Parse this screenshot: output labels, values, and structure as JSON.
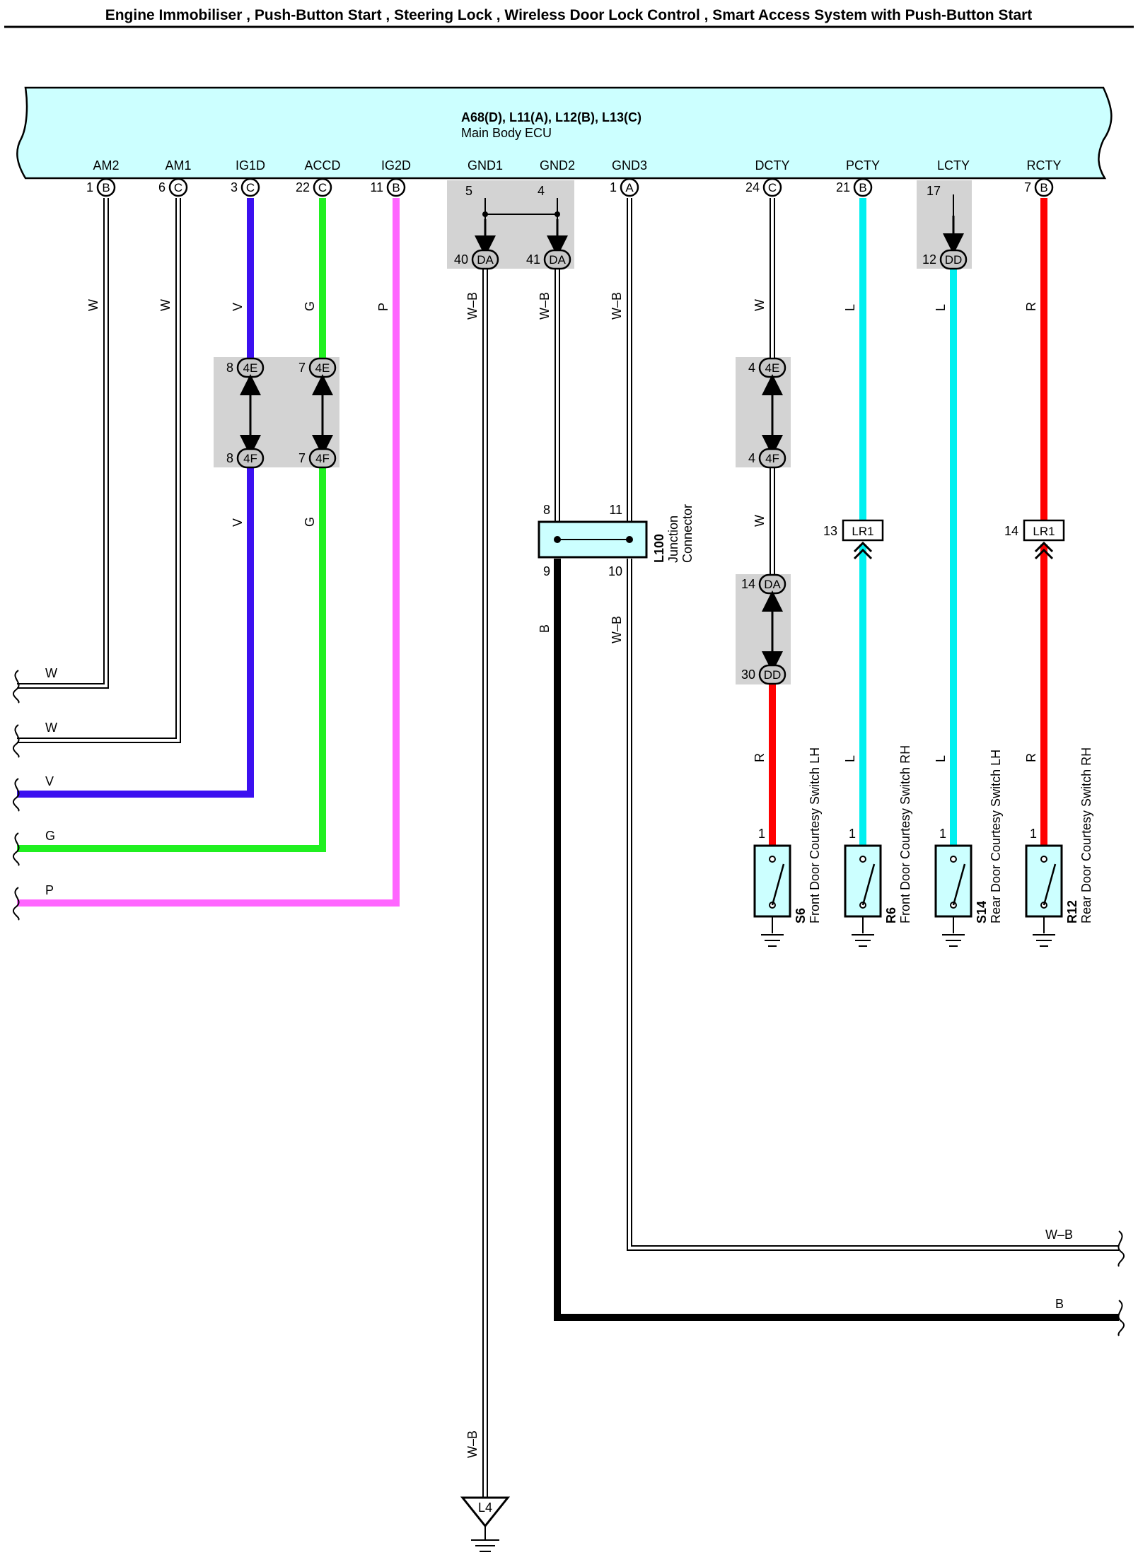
{
  "title": "Engine Immobiliser , Push-Button Start , Steering Lock , Wireless Door Lock Control , Smart Access System with Push-Button Start",
  "colors": {
    "ecu_fill": "#ccffff",
    "shade": "#d3d3d3",
    "W": "#ffffff",
    "V": "#3b0ff0",
    "G": "#20f020",
    "P": "#ff66ff",
    "L": "#00f0f0",
    "R": "#ff0000",
    "B": "#000000",
    "W-B": "#ffffff",
    "jc_fill": "#ccffff"
  },
  "ecu": {
    "codes": "A68(D), L11(A), L12(B), L13(C)",
    "name": "Main Body ECU",
    "pins": [
      {
        "label": "AM2",
        "num": "1",
        "conn": "B"
      },
      {
        "label": "AM1",
        "num": "6",
        "conn": "C"
      },
      {
        "label": "IG1D",
        "num": "3",
        "conn": "C"
      },
      {
        "label": "ACCD",
        "num": "22",
        "conn": "C"
      },
      {
        "label": "IG2D",
        "num": "11",
        "conn": "B"
      },
      {
        "label": "GND1",
        "num": "5",
        "conn": ""
      },
      {
        "label": "GND2",
        "num": "4",
        "conn": ""
      },
      {
        "label": "GND3",
        "num": "1",
        "conn": "A"
      },
      {
        "label": "DCTY",
        "num": "24",
        "conn": "C"
      },
      {
        "label": "PCTY",
        "num": "21",
        "conn": "B"
      },
      {
        "label": "LCTY",
        "num": "17",
        "conn": ""
      },
      {
        "label": "RCTY",
        "num": "7",
        "conn": "B"
      }
    ]
  },
  "wire_colors": {
    "am2": "W",
    "am1": "W",
    "ig1d_top": "V",
    "ig1d_bot": "V",
    "accd_top": "G",
    "accd_bot": "G",
    "ig2d": "P",
    "gnd1": "W–B",
    "gnd2": "W–B",
    "gnd3": "W–B",
    "dcty_top": "W",
    "dcty_mid": "W",
    "dcty_bot": "R",
    "pcty_top": "L",
    "pcty_bot": "L",
    "lcty_top": "L",
    "lcty_bot": "L",
    "rcty_top": "R",
    "rcty_bot": "R",
    "jc_out": "B",
    "jc_out2": "W–B",
    "gnd_l4": "W–B"
  },
  "left_exits": [
    "W",
    "W",
    "V",
    "G",
    "P"
  ],
  "right_exits": [
    "W–B",
    "B"
  ],
  "connectors": {
    "c4e_ig1d": {
      "num": "8",
      "code": "4E"
    },
    "c4f_ig1d": {
      "num": "8",
      "code": "4F"
    },
    "c4e_accd": {
      "num": "7",
      "code": "4E"
    },
    "c4f_accd": {
      "num": "7",
      "code": "4F"
    },
    "da_gnd1": {
      "num": "40",
      "code": "DA"
    },
    "da_gnd2": {
      "num": "41",
      "code": "DA"
    },
    "c4e_dcty": {
      "num": "4",
      "code": "4E"
    },
    "c4f_dcty": {
      "num": "4",
      "code": "4F"
    },
    "da_dcty": {
      "num": "14",
      "code": "DA"
    },
    "dd_dcty": {
      "num": "30",
      "code": "DD"
    },
    "dd_lcty": {
      "num": "12",
      "code": "DD"
    },
    "lr1_pcty": {
      "num": "13",
      "code": "LR1"
    },
    "lr1_rcty": {
      "num": "14",
      "code": "LR1"
    }
  },
  "junction": {
    "code": "L100",
    "name": "Junction Connector",
    "pins": {
      "tl": "8",
      "tr": "11",
      "bl": "9",
      "br": "10"
    }
  },
  "ground_point": "L4",
  "switches": [
    {
      "code": "S6",
      "name": "Front Door Courtesy Switch LH",
      "pin": "1"
    },
    {
      "code": "R6",
      "name": "Front Door Courtesy Switch RH",
      "pin": "1"
    },
    {
      "code": "S14",
      "name": "Rear Door Courtesy Switch LH",
      "pin": "1"
    },
    {
      "code": "R12",
      "name": "Rear Door Courtesy Switch RH",
      "pin": "1"
    }
  ]
}
